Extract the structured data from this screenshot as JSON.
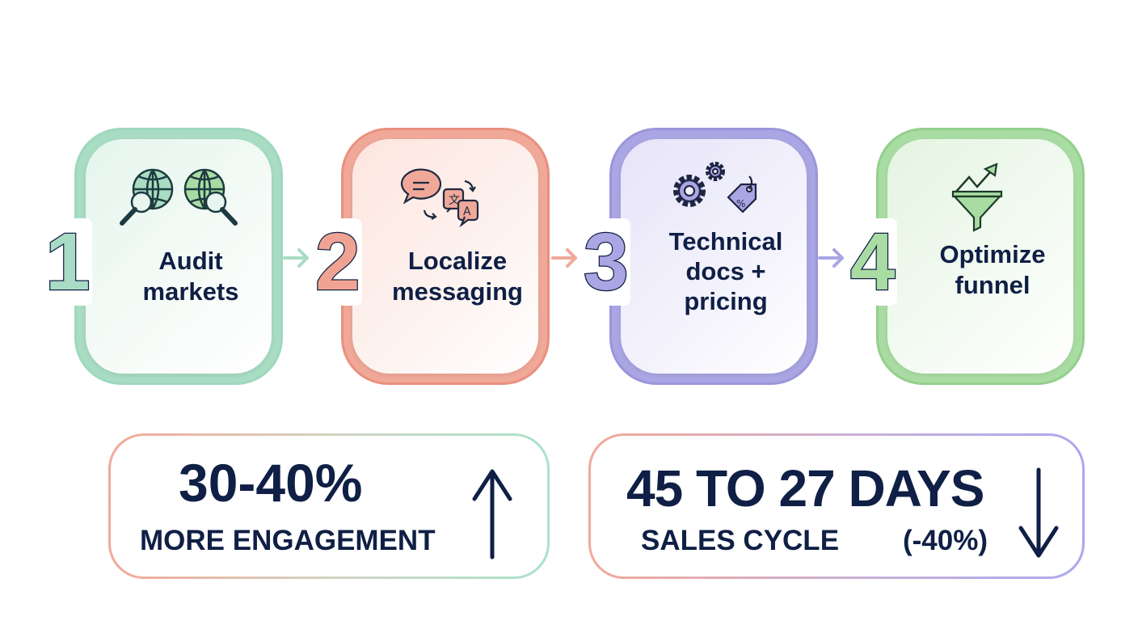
{
  "steps": [
    {
      "number": "1",
      "label_line1": "Audit",
      "label_line2": "markets",
      "icon": "globe-search-icon",
      "color": "#a8dcc3"
    },
    {
      "number": "2",
      "label_line1": "Localize",
      "label_line2": "messaging",
      "icon": "translate-chat-icon",
      "color": "#f0a898"
    },
    {
      "number": "3",
      "label_line1": "Technical",
      "label_line2": "docs +",
      "label_line3": "pricing",
      "icon": "gears-price-tag-icon",
      "color": "#aaa5e3"
    },
    {
      "number": "4",
      "label_line1": "Optimize",
      "label_line2": "funnel",
      "icon": "funnel-growth-icon",
      "color": "#a9dca3"
    }
  ],
  "metrics": [
    {
      "value": "30-40%",
      "caption": "MORE ENGAGEMENT",
      "direction": "up"
    },
    {
      "value": "45 TO 27 DAYS",
      "caption": "SALES CYCLE",
      "change": "(-40%)",
      "direction": "down"
    }
  ],
  "colors": {
    "text": "#0f1f45",
    "green": "#a8dcc3",
    "coral": "#f0a898",
    "lavender": "#aaa5e3",
    "lime": "#a9dca3"
  }
}
